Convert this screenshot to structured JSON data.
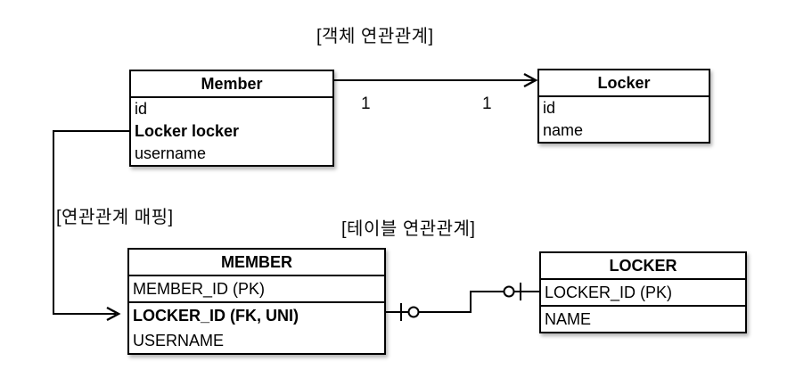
{
  "diagram": {
    "object_section": {
      "caption": "[객체 연관관계]",
      "member": {
        "title": "Member",
        "fields": [
          "id",
          "Locker locker",
          "username"
        ]
      },
      "locker": {
        "title": "Locker",
        "fields": [
          "id",
          "name"
        ]
      },
      "multiplicity_left": "1",
      "multiplicity_right": "1"
    },
    "mapping_caption": "[연관관계 매핑]",
    "table_section": {
      "caption": "[테이블 연관관계]",
      "member": {
        "title": "MEMBER",
        "fields": [
          "MEMBER_ID (PK)",
          "LOCKER_ID (FK, UNI)",
          "USERNAME"
        ]
      },
      "locker": {
        "title": "LOCKER",
        "fields": [
          "LOCKER_ID (PK)",
          "NAME"
        ]
      },
      "relationship_notation": "zero-or-one to zero-or-one"
    },
    "colors": {
      "line": "#000000",
      "background": "#ffffff"
    }
  }
}
